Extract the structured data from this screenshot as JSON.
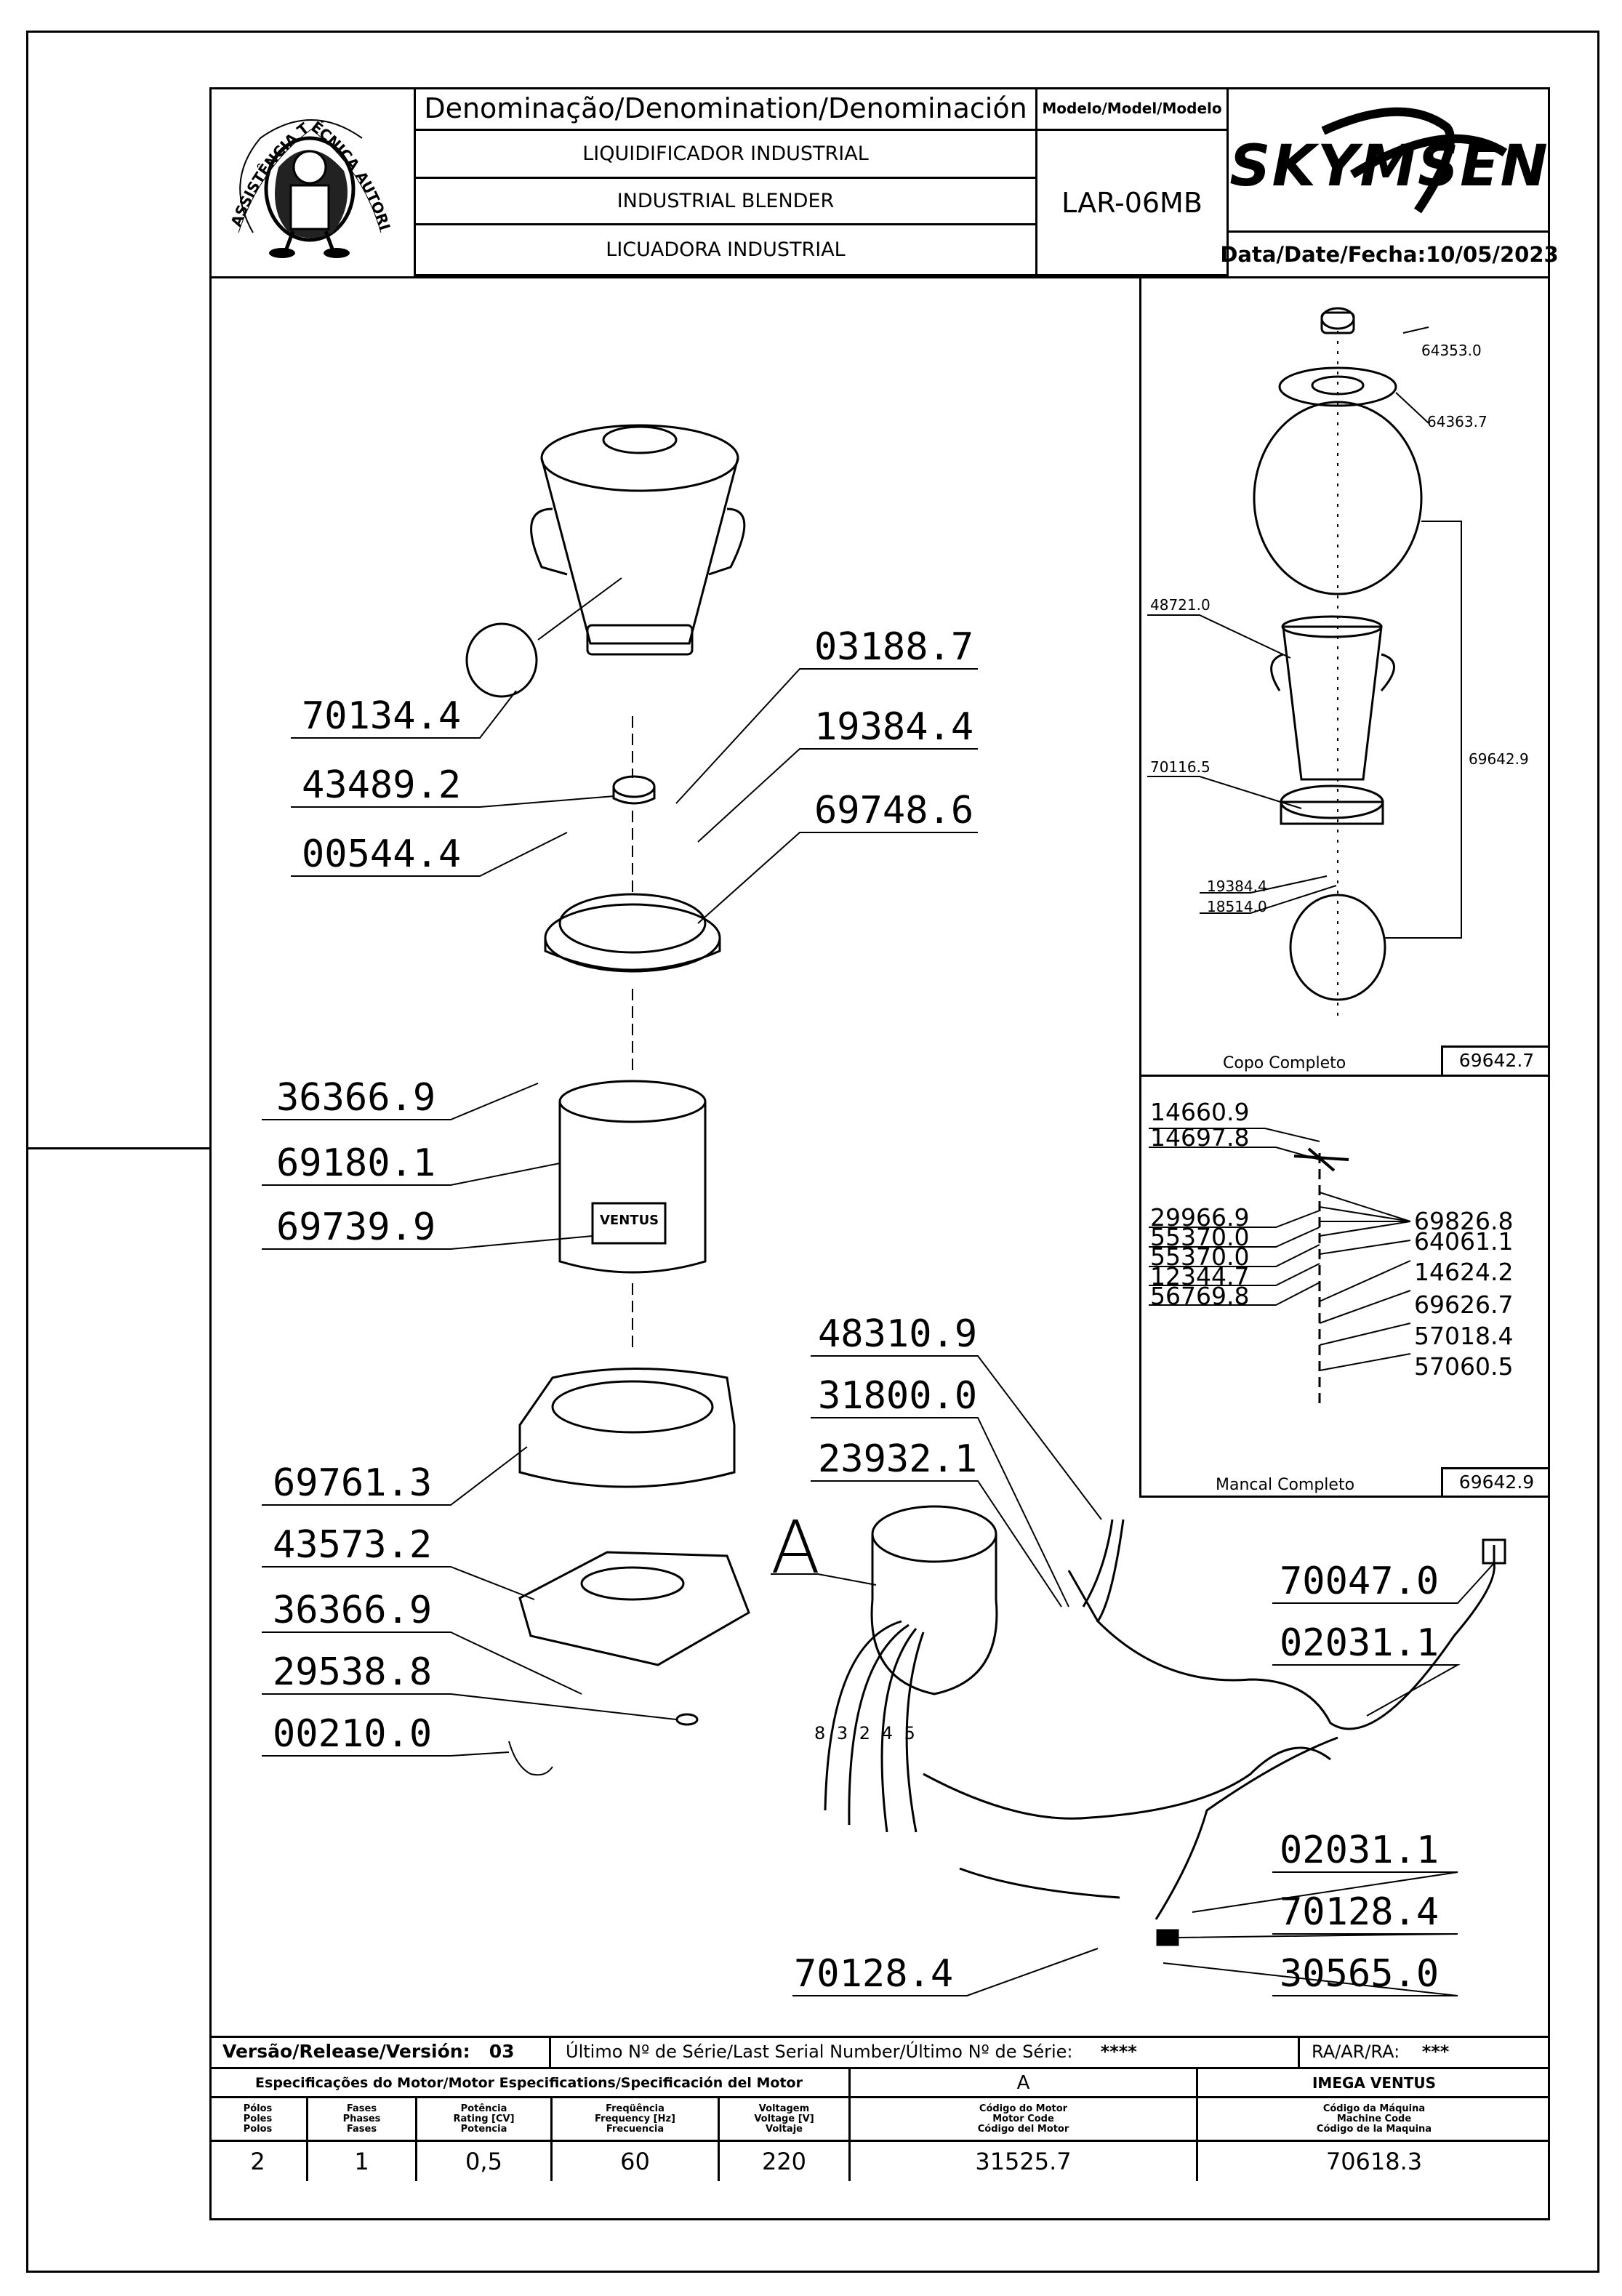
{
  "header": {
    "denomination_heading": "Denominação/Denomination/Denominación",
    "names": [
      "LIQUIDIFICADOR INDUSTRIAL",
      "INDUSTRIAL BLENDER",
      "LICUADORA INDUSTRIAL"
    ],
    "model_heading": "Modelo/Model/Modelo",
    "model": "LAR-06MB",
    "brand": "SKYMSEN",
    "date_label": "Data/Date/Fecha:",
    "date": "10/05/2023",
    "seal_text": "ASSISTÊNCIA TÉCNICA AUTORIZADA"
  },
  "main_labels": {
    "p70134": "70134.4",
    "p43489": "43489.2",
    "p00544": "00544.4",
    "p03188": "03188.7",
    "p19384": "19384.4",
    "p69748": "69748.6",
    "p36366a": "36366.9",
    "p69180": "69180.1",
    "p69739": "69739.9",
    "p69761": "69761.3",
    "p43573": "43573.2",
    "p36366b": "36366.9",
    "p29538": "29538.8",
    "p00210": "00210.0",
    "p48310": "48310.9",
    "p31800": "31800.0",
    "p23932": "23932.1",
    "p70047": "70047.0",
    "p02031a": "02031.1",
    "p02031b": "02031.1",
    "p70128a": "70128.4",
    "p30565": "30565.0",
    "p70128b": "70128.4",
    "detail_letter": "A",
    "wire_numbers": "8 3 2 4 5",
    "ventus_badge": "VENTUS"
  },
  "copo_panel": {
    "title": "Copo Completo",
    "code": "69642.7",
    "labels": {
      "a": "64353.0",
      "b": "64363.7",
      "c": "48721.0",
      "d": "70116.5",
      "e": "69642.9",
      "f": "19384.4",
      "g": "18514.0"
    }
  },
  "mancal_panel": {
    "title": "Mancal Completo",
    "code": "69642.9",
    "left_labels": [
      "14660.9",
      "14697.8",
      "29966.9",
      "55370.0",
      "55370.0",
      "12344.7",
      "56769.8"
    ],
    "right_labels": [
      "69826.8",
      "64061.1",
      "14624.2",
      "69626.7",
      "57018.4",
      "57060.5"
    ]
  },
  "footer": {
    "version_label": "Versão/Release/Versión:",
    "version": "03",
    "serial_label": "Último Nº de Série/Last Serial Number/Último Nº de Série:",
    "serial": "****",
    "ra_label": "RA/AR/RA:",
    "ra": "***",
    "spec_heading": "Especificações do Motor/Motor Especifications/Specificación del Motor",
    "col_a": "A",
    "col_imega": "IMEGA VENTUS",
    "poles_label": "Pólos\nPoles\nPolos",
    "phases_label": "Fases\nPhases\nFases",
    "power_label": "Potência\nRating [CV]\nPotencia",
    "freq_label": "Freqüência\nFrequency [Hz]\nFrecuencia",
    "volt_label": "Voltagem\nVoltage [V]\nVoltaje",
    "motor_code_label": "Código do Motor\nMotor Code\nCódigo del Motor",
    "machine_code_label": "Código da Máquina\nMachine Code\nCódigo de la Maquina",
    "poles": "2",
    "phases": "1",
    "power": "0,5",
    "freq": "60",
    "volt": "220",
    "motor_code": "31525.7",
    "machine_code": "70618.3"
  }
}
